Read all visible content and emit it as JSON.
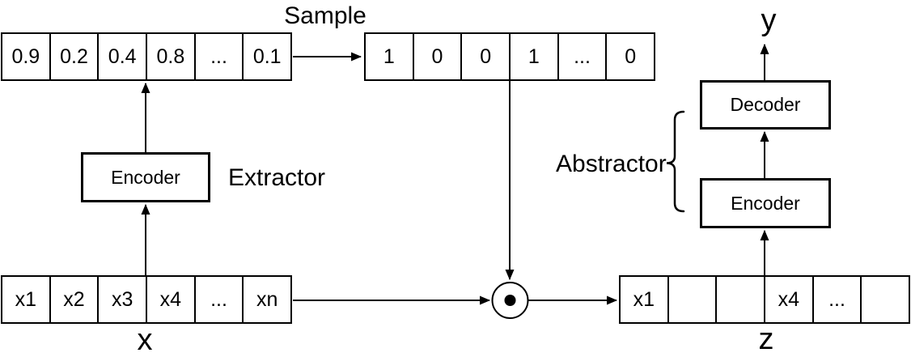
{
  "colors": {
    "stroke": "#000000",
    "background": "#ffffff"
  },
  "labels": {
    "sample": "Sample",
    "extractor": "Extractor",
    "abstractor": "Abstractor",
    "input_vector": "x",
    "masked_vector": "z",
    "output": "y"
  },
  "blocks": {
    "extractor_encoder": "Encoder",
    "abstractor_encoder": "Encoder",
    "abstractor_decoder": "Decoder"
  },
  "operator": {
    "name": "elementwise-product",
    "symbol": "⊙"
  },
  "vectors": {
    "probabilities": {
      "cells": [
        "0.9",
        "0.2",
        "0.4",
        "0.8",
        "...",
        "0.1"
      ]
    },
    "mask": {
      "cells": [
        "1",
        "0",
        "0",
        "1",
        "...",
        "0"
      ]
    },
    "input": {
      "cells": [
        "x1",
        "x2",
        "x3",
        "x4",
        "...",
        "xn"
      ]
    },
    "masked": {
      "cells": [
        "x1",
        "",
        "",
        "x4",
        "...",
        ""
      ]
    }
  }
}
